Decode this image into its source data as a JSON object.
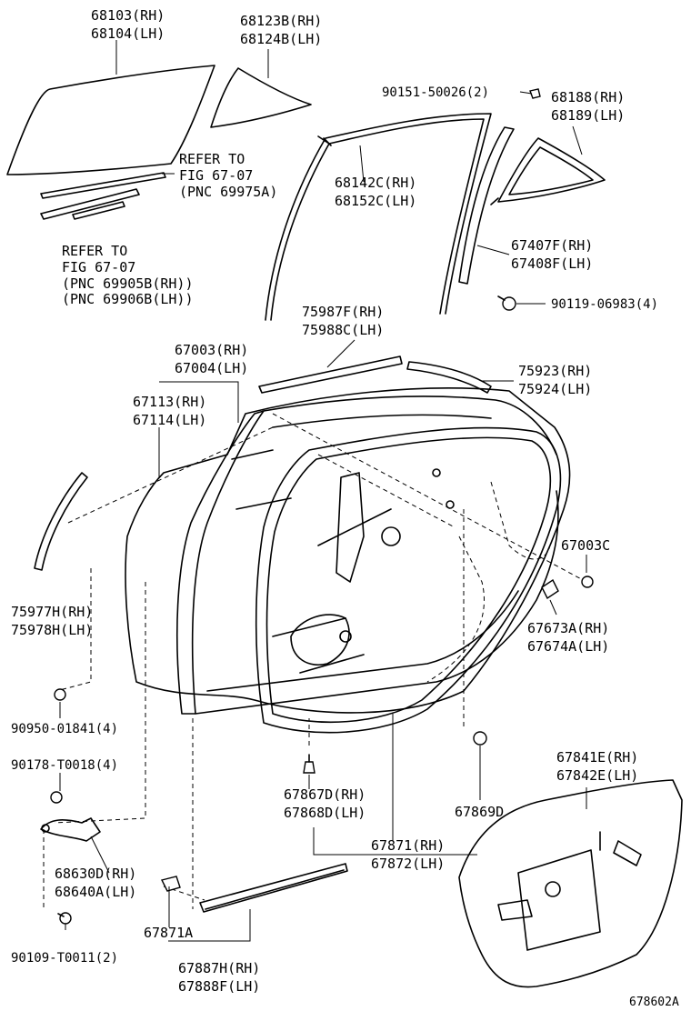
{
  "labels": {
    "l68103": "68103(RH)",
    "l68104": "68104(LH)",
    "l68123": "68123B(RH)",
    "l68124": "68124B(LH)",
    "l90151": "90151-50026(2)",
    "l68188": "68188(RH)",
    "l68189": "68189(LH)",
    "refer1a": "REFER TO",
    "refer1b": "FIG 67-07",
    "refer1c": "(PNC 69975A)",
    "l68142": "68142C(RH)",
    "l68152": "68152C(LH)",
    "refer2a": "REFER TO",
    "refer2b": "FIG 67-07",
    "refer2c": "(PNC 69905B(RH))",
    "refer2d": "(PNC 69906B(LH))",
    "l67407": "67407F(RH)",
    "l67408": "67408F(LH)",
    "l90119": "90119-06983(4)",
    "l75987": "75987F(RH)",
    "l75988": "75988C(LH)",
    "l67003rh": "67003(RH)",
    "l67004": "67004(LH)",
    "l75923": "75923(RH)",
    "l75924": "75924(LH)",
    "l67113": "67113(RH)",
    "l67114": "67114(LH)",
    "l67003c": "67003C",
    "l75977": "75977H(RH)",
    "l75978": "75978H(LH)",
    "l67673": "67673A(RH)",
    "l67674": "67674A(LH)",
    "l90950": "90950-01841(4)",
    "l90178": "90178-T0018(4)",
    "l67841": "67841E(RH)",
    "l67842": "67842E(LH)",
    "l67867": "67867D(RH)",
    "l67868": "67868D(LH)",
    "l67869": "67869D",
    "l67871rh": "67871(RH)",
    "l67872": "67872(LH)",
    "l68630": "68630D(RH)",
    "l68640": "68640A(LH)",
    "l67871a": "67871A",
    "l67887": "67887H(RH)",
    "l67888": "67888F(LH)",
    "l90109": "90109-T0011(2)",
    "figure_id": "678602A"
  }
}
